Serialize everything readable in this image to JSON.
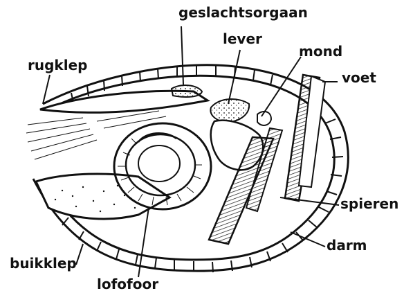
{
  "labels": {
    "geslachtsorgaan": "geslachtsorgaan",
    "lever": "lever",
    "mond": "mond",
    "voet": "voet",
    "rugklep": "rugklep",
    "spieren": "spieren",
    "darm": "darm",
    "buikklep": "buikklep",
    "lofofoor": "lofofoor"
  },
  "colors": {
    "ink": "#111111",
    "paper": "#ffffff"
  }
}
